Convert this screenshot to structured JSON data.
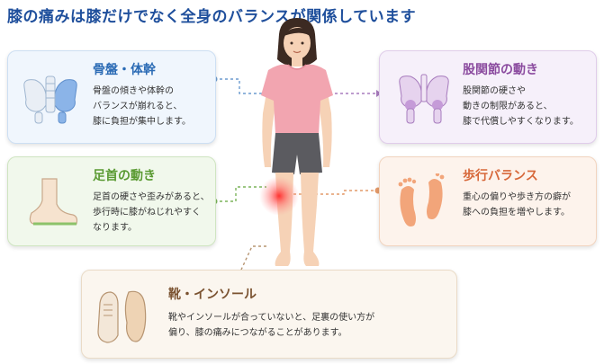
{
  "title": "膝の痛みは膝だけでなく全身のバランスが関係しています",
  "cards": {
    "skeleton": {
      "title": "骨盤・体幹",
      "body": "骨盤の傾きや体幹の\nバランスが崩れると、\n膝に負担が集中します。",
      "icon": "pelvis-bone-icon"
    },
    "ankle": {
      "title": "足首の動き",
      "body": "足首の硬さや歪みがあると、\n歩行時に膝がねじれやすく\nなります。",
      "icon": "ankle-foot-icon"
    },
    "hip": {
      "title": "股関節の動き",
      "body": "股関節の硬さや\n動きの制限があると、\n膝で代償しやすくなります。",
      "icon": "hip-joint-icon"
    },
    "gait": {
      "title": "歩行バランス",
      "body": "重心の偏りや歩き方の癖が\n膝への負担を増やします。",
      "icon": "footprints-icon"
    },
    "shoes": {
      "title": "靴・インソール",
      "body": "靴やインソールが合っていないと、足裏の使い方が\n偏り、膝の痛みにつながることがあります。",
      "icon": "shoe-insole-icon"
    }
  },
  "colors": {
    "title": "#1f4f9c",
    "skeleton": "#2b6bb5",
    "ankle": "#5a9a32",
    "hip": "#8b4b9f",
    "gait": "#d7683a",
    "shoes": "#7a5230",
    "knee_pain": "#ff3b3b"
  },
  "figure_icon": "standing-woman-illustration"
}
